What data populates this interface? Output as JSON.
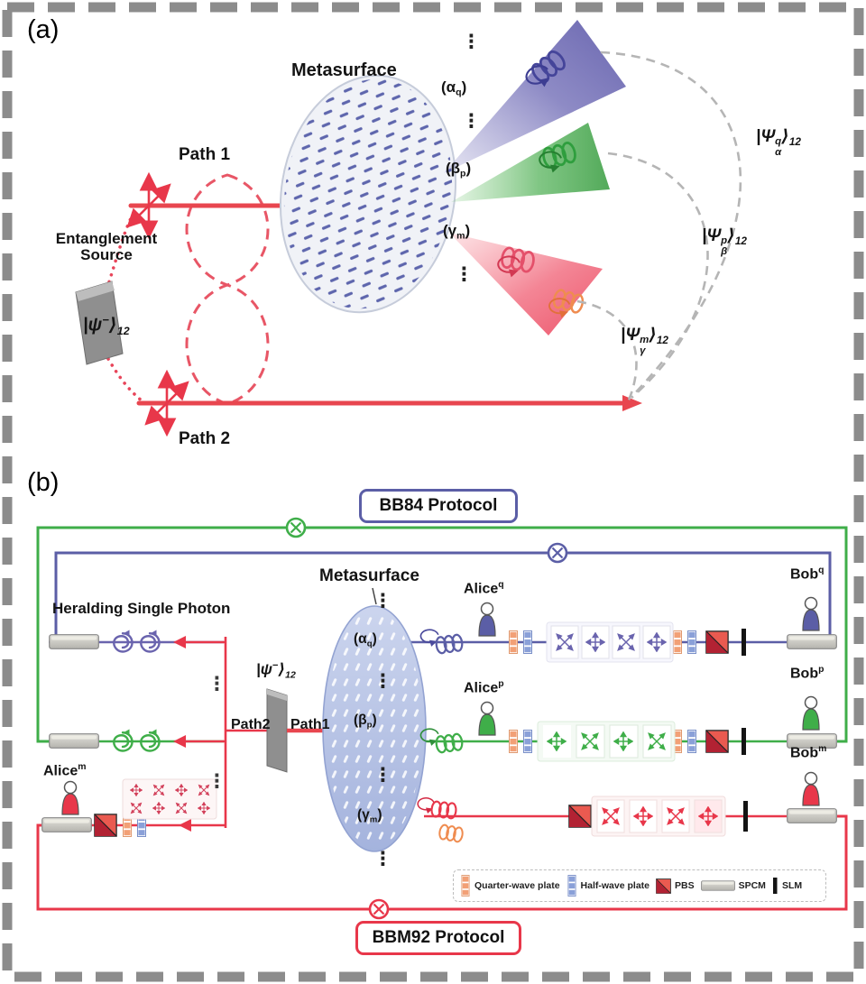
{
  "colors": {
    "blue_loop": "#5b5ea6",
    "green_loop": "#3fae49",
    "red_loop": "#e8374a",
    "purple_beam": "#6c68b4",
    "green_beam": "#4bb04f",
    "red_beam": "#ef4d63",
    "orange_mode": "#ef8c50",
    "frame_gray": "#8c8c8c"
  },
  "panel_a": {
    "tag": "(a)",
    "metasurface_label": "Metasurface",
    "path1_label": "Path 1",
    "path2_label": "Path 2",
    "source_label_line1": "Entanglement",
    "source_label_line2": "Source",
    "psi_ket": {
      "pre": "|ψ",
      "sup": "−",
      "close": "⟩",
      "sub": "12"
    },
    "mode_alpha": {
      "pre": "(α",
      "sub": "q",
      "close": ")"
    },
    "mode_beta": {
      "pre": "(β",
      "sub": "p",
      "close": ")"
    },
    "mode_gamma": {
      "pre": "(γ",
      "sub": "m",
      "close": ")"
    },
    "ket_alpha": {
      "pre": "|Ψ",
      "sup": "q",
      "sub": "α",
      "close": "⟩",
      "idx": "12"
    },
    "ket_beta": {
      "pre": "|Ψ",
      "sup": "p",
      "sub": "β",
      "close": "⟩",
      "idx": "12"
    },
    "ket_gamma": {
      "pre": "|Ψ",
      "sup": "m",
      "sub": "γ",
      "close": "⟩",
      "idx": "12"
    },
    "dots": "⋮"
  },
  "panel_b": {
    "tag": "(b)",
    "bb84_label": "BB84 Protocol",
    "bbm92_label": "BBM92 Protocol",
    "heralding_label": "Heralding Single Photon",
    "metasurface_label": "Metasurface",
    "path1_label": "Path1",
    "path2_label": "Path2",
    "psi_ket": {
      "pre": "|ψ",
      "sup": "−",
      "close": "⟩",
      "sub": "12"
    },
    "mode_alpha": {
      "pre": "(α",
      "sub": "q",
      "close": ")"
    },
    "mode_beta": {
      "pre": "(β",
      "sub": "p",
      "close": ")"
    },
    "mode_gamma": {
      "pre": "(γ",
      "sub": "m",
      "close": ")"
    },
    "alice_q": {
      "name": "Alice",
      "sup": "q"
    },
    "alice_p": {
      "name": "Alice",
      "sup": "p"
    },
    "alice_m": {
      "name": "Alice",
      "sup": "m"
    },
    "bob_q": {
      "name": "Bob",
      "sup": "q"
    },
    "bob_p": {
      "name": "Bob",
      "sup": "p"
    },
    "bob_m": {
      "name": "Bob",
      "sup": "m"
    },
    "dots": "⋮",
    "legend": {
      "quarter_wave": "Quarter-wave plate",
      "half_wave": "Half-wave plate",
      "pbs": "PBS",
      "spcm": "SPCM",
      "slm": "SLM"
    }
  }
}
